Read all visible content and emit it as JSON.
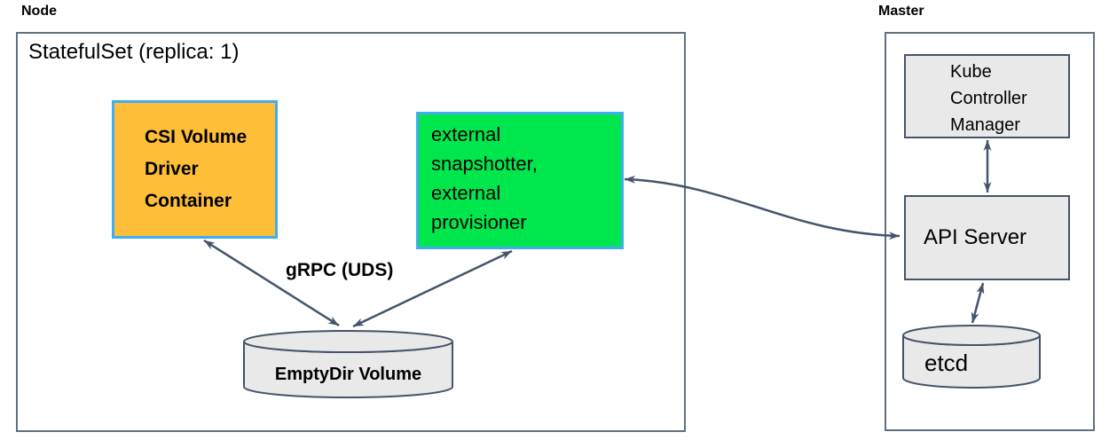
{
  "node": {
    "label": "Node",
    "statefulset_label": "StatefulSet (replica: 1)",
    "csi_container_label": "CSI Volume\nDriver\nContainer",
    "sidecar_label": "external\nsnapshotter,\nexternal\nprovisioner",
    "grpc_label": "gRPC (UDS)",
    "emptydir_label": "EmptyDir Volume"
  },
  "master": {
    "label": "Master",
    "kube_controller_manager_label": "Kube\nController\nManager",
    "api_server_label": "API Server",
    "etcd_label": "etcd"
  },
  "arrows": [
    {
      "name": "arrow-csi-emptydir",
      "from": "CSI Volume Driver Container",
      "to": "EmptyDir Volume",
      "bidirectional": true
    },
    {
      "name": "arrow-sidecar-emptydir",
      "from": "external snapshotter, external provisioner",
      "to": "EmptyDir Volume",
      "bidirectional": true
    },
    {
      "name": "arrow-sidecar-apiserver",
      "from": "external snapshotter, external provisioner",
      "to": "API Server",
      "bidirectional": true
    },
    {
      "name": "arrow-kcm-apiserver",
      "from": "Kube Controller Manager",
      "to": "API Server",
      "bidirectional": true
    },
    {
      "name": "arrow-apiserver-etcd",
      "from": "API Server",
      "to": "etcd",
      "bidirectional": true
    }
  ],
  "colors": {
    "csi_box_fill": "#FEBE37",
    "sidecar_box_fill": "#00E64D",
    "highlight_border": "#3FAEF0",
    "gray_box_fill": "#E9E9E9",
    "arrow_stroke": "#44546A",
    "outer_border": "#607080",
    "text": "#000000"
  }
}
